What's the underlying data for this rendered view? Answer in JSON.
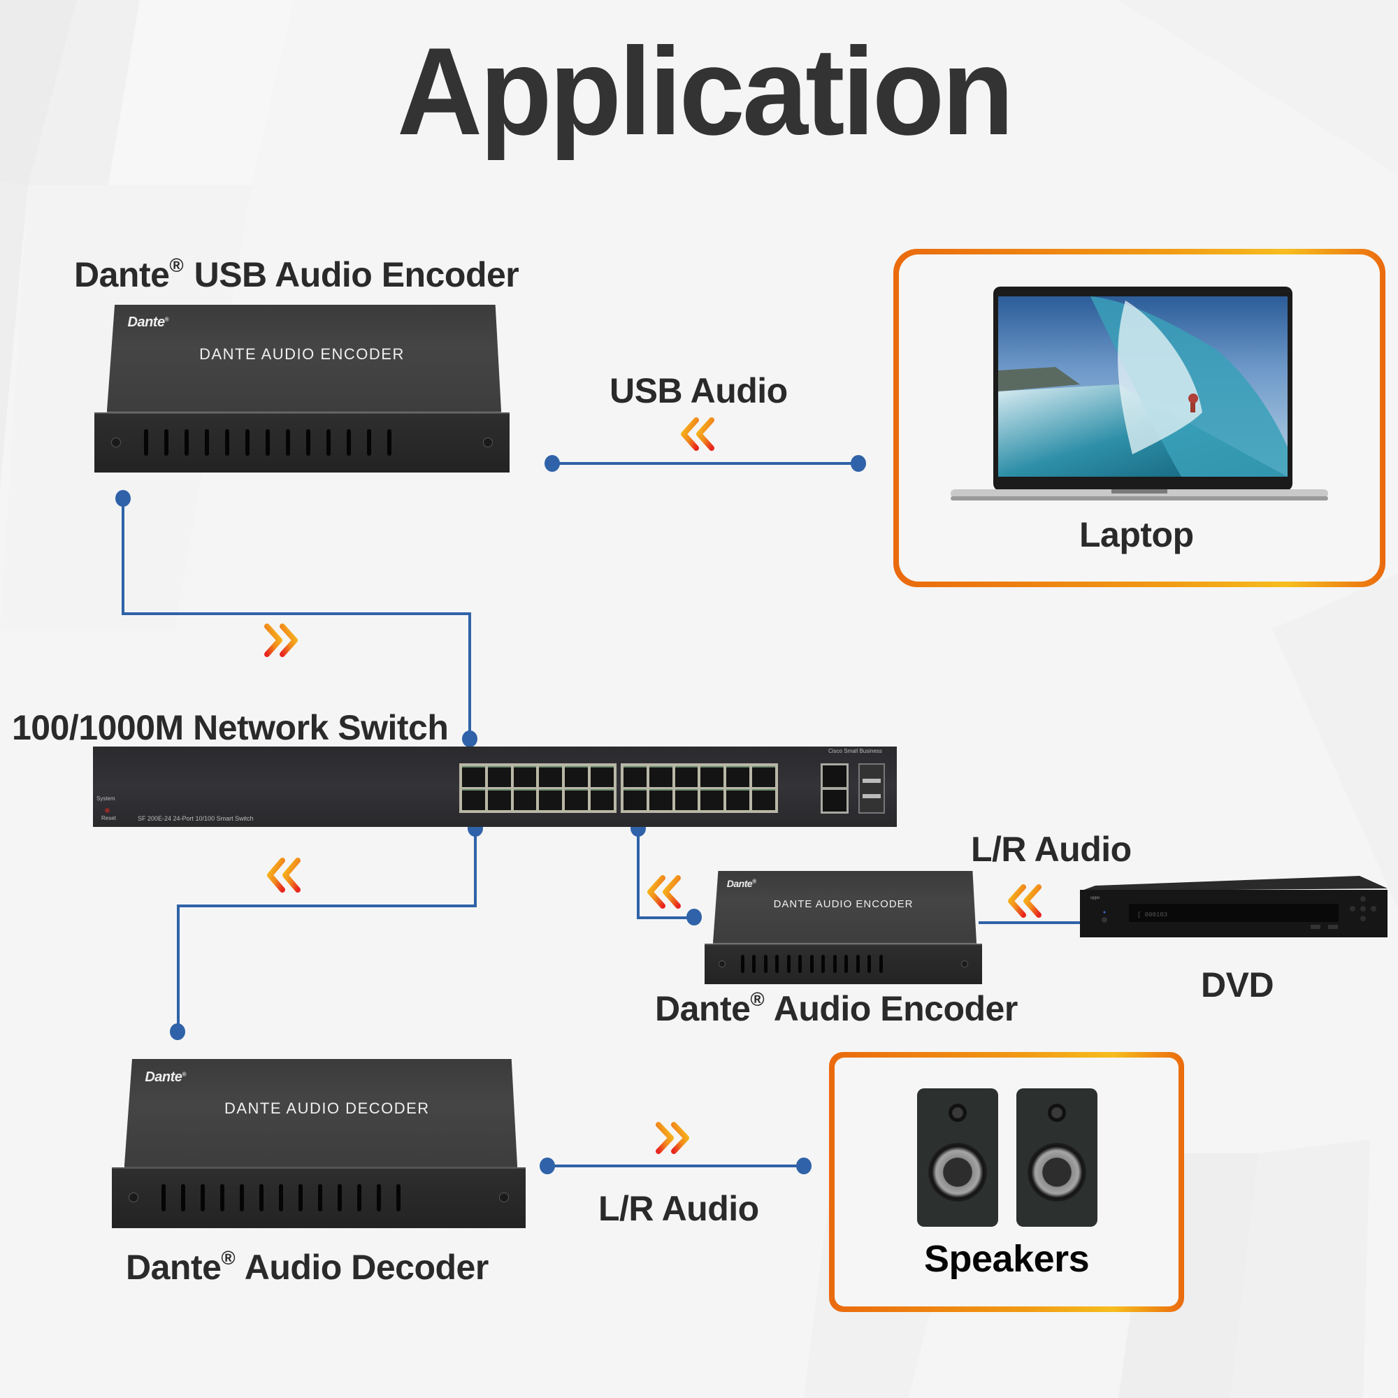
{
  "title": "Application",
  "colors": {
    "connector_line": "#2f62a8",
    "arrow_gradient": [
      "#e8261f",
      "#f18a1c",
      "#f8c21b"
    ],
    "frame_gradient": [
      "#ea6a0d",
      "#f6bd1e"
    ],
    "title_text": "#333333",
    "label_text": "#2a2a2a"
  },
  "nodes": {
    "usb_encoder": {
      "label": "Dante",
      "label_reg": "®",
      "label_rest": " USB Audio Encoder",
      "device_brand": "Dante",
      "device_text": "DANTE AUDIO ENCODER"
    },
    "laptop": {
      "label": "Laptop"
    },
    "switch": {
      "label": "100/1000M Network Switch",
      "brand_text": "Cisco Small Business",
      "model_text": "SF 200E-24    24-Port 10/100 Smart Switch",
      "system_text": "System",
      "reset_text": "Reset"
    },
    "audio_encoder": {
      "label": "Dante",
      "label_reg": "®",
      "label_rest": " Audio Encoder",
      "device_brand": "Dante",
      "device_text": "DANTE AUDIO ENCODER"
    },
    "dvd": {
      "label": "DVD"
    },
    "audio_decoder": {
      "label": "Dante",
      "label_reg": "®",
      "label_rest": " Audio Decoder",
      "device_brand": "Dante",
      "device_text": "DANTE AUDIO DECODER"
    },
    "speakers": {
      "label": "Speakers"
    }
  },
  "connections": [
    {
      "from": "laptop",
      "to": "usb_encoder",
      "label": "USB Audio",
      "direction": "left",
      "icon": "double-chevron-left-icon"
    },
    {
      "from": "usb_encoder",
      "to": "switch",
      "label": "",
      "direction": "right",
      "icon": "double-chevron-right-icon"
    },
    {
      "from": "switch",
      "to": "audio_decoder",
      "label": "",
      "direction": "left",
      "icon": "double-chevron-left-icon"
    },
    {
      "from": "audio_encoder",
      "to": "switch",
      "label": "",
      "direction": "left",
      "icon": "double-chevron-left-icon"
    },
    {
      "from": "dvd",
      "to": "audio_encoder",
      "label": "L/R Audio",
      "direction": "left",
      "icon": "double-chevron-left-icon"
    },
    {
      "from": "audio_decoder",
      "to": "speakers",
      "label": "L/R Audio",
      "direction": "right",
      "icon": "double-chevron-right-icon"
    }
  ]
}
